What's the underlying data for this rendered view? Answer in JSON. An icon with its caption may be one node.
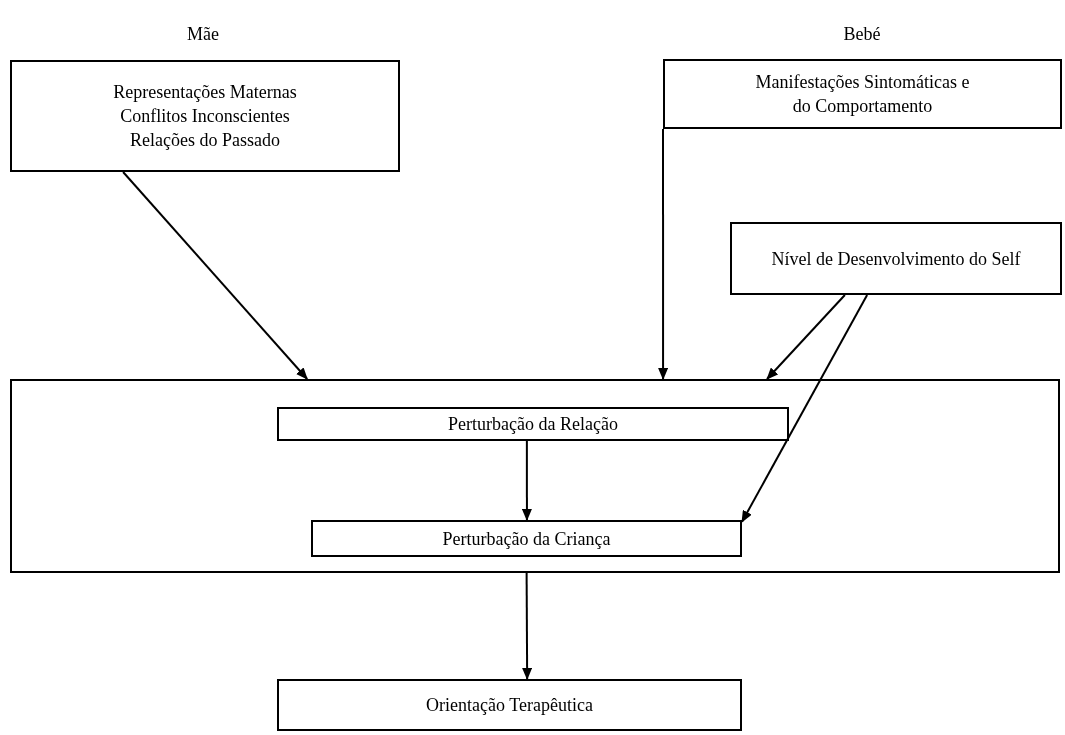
{
  "diagram": {
    "nodes": [
      {
        "text": [
          "Representações Maternas",
          "Conflitos Inconscientes",
          "Relações do Passado"
        ]
      },
      {
        "text": [
          "Manifestações Sintomáticas e do Comportamento"
        ]
      },
      {
        "text": [
          "Nível de Desenvolvimento do Self"
        ]
      },
      {
        "text": [],
        "shape": "box"
      },
      {
        "text": [
          "Perturbação da Relação"
        ],
        "in": 3
      },
      {
        "text": [
          "Perturbação da Criança"
        ],
        "in": 3
      },
      {
        "text": [
          "Orientação Terapêutica"
        ]
      }
    ],
    "edges": [
      {
        "from": 0,
        "to": 3,
        "arrow": "to"
      },
      {
        "from": 1,
        "to": 3,
        "arrow": "to"
      },
      {
        "from": 2,
        "to": 3,
        "arrow": "to"
      },
      {
        "from": 2,
        "to": 5,
        "arrow": "to"
      },
      {
        "from": 4,
        "to": 5,
        "arrow": "to"
      },
      {
        "from": 3,
        "to": 6,
        "arrow": "to"
      }
    ],
    "labels": [
      "Mãe",
      "Bebé"
    ]
  }
}
